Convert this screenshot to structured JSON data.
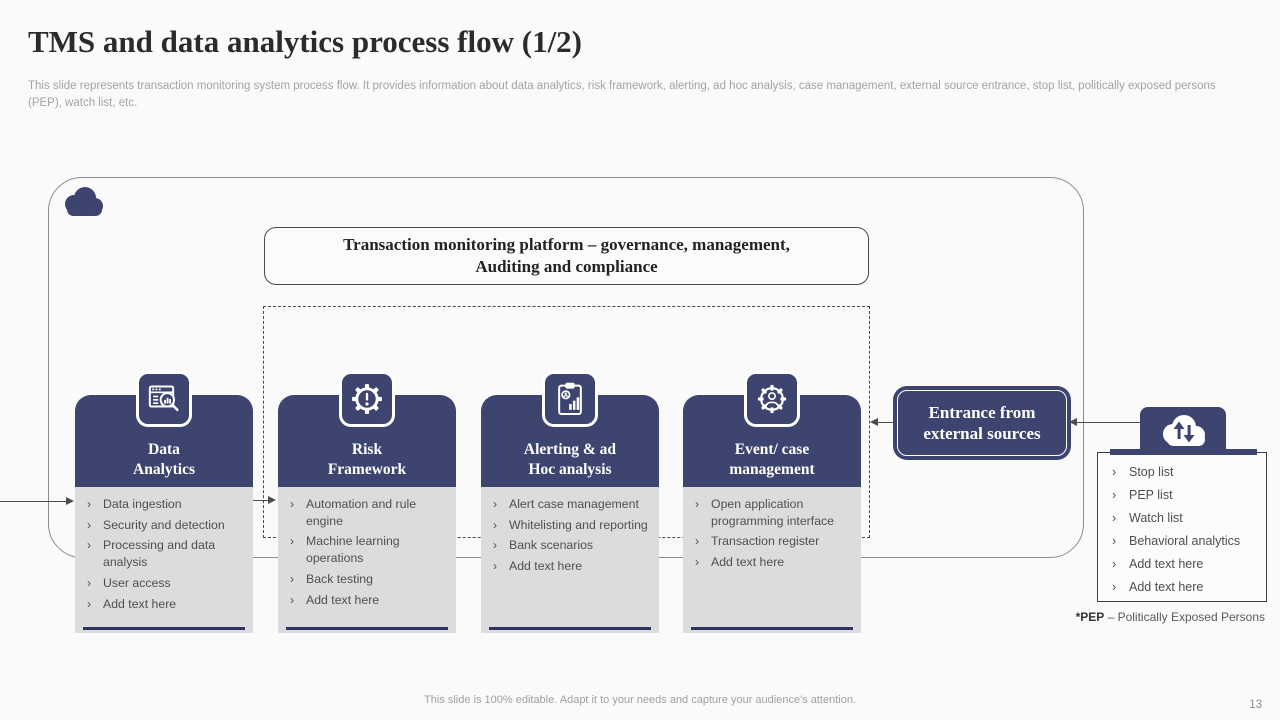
{
  "slide": {
    "title": "TMS and data analytics process flow (1/2)",
    "subtitle": "This slide represents transaction monitoring system process flow. It provides information about data analytics, risk framework, alerting, ad hoc analysis, case management, external source entrance, stop list, politically exposed persons (PEP), watch list, etc.",
    "footer_note": "This slide is 100% editable. Adapt it to your needs and capture your audience's attention.",
    "page_number": "13"
  },
  "diagram": {
    "bullet_glyph": "›",
    "platform_box": {
      "line1": "Transaction monitoring platform – governance, management,",
      "line2": "Auditing and compliance"
    },
    "cards": [
      {
        "icon": "analytics-magnifier-icon",
        "title_line1": "Data",
        "title_line2": "Analytics",
        "items": [
          "Data ingestion",
          "Security and detection",
          "Processing and data analysis",
          "User access",
          "Add text here"
        ]
      },
      {
        "icon": "gear-alert-icon",
        "title_line1": "Risk",
        "title_line2": "Framework",
        "items": [
          "Automation and rule engine",
          "Machine learning operations",
          "Back testing",
          "Add text here"
        ]
      },
      {
        "icon": "clipboard-analytics-icon",
        "title_line1": "Alerting & ad",
        "title_line2": "Hoc analysis",
        "items": [
          "Alert case management",
          "Whitelisting and reporting",
          "Bank scenarios",
          "Add text here"
        ]
      },
      {
        "icon": "gear-user-icon",
        "title_line1": "Event/ case",
        "title_line2": "management",
        "items": [
          "Open application programming interface",
          "Transaction register",
          "Add text here"
        ]
      }
    ],
    "entrance_box": {
      "line1": "Entrance from",
      "line2": "external sources"
    },
    "external_sources": {
      "items": [
        "Stop list",
        "PEP list",
        "Watch list",
        "Behavioral analytics",
        "Add text here",
        "Add text here"
      ]
    },
    "pep_note": {
      "abbr": "*PEP",
      "text": " – Politically Exposed Persons"
    }
  },
  "colors": {
    "navy": "#3e4470",
    "navy_dark": "#2e3460",
    "card_body_gray": "#dcdcdc",
    "list_text": "#4f4f4f",
    "muted_gray": "#a3a3a3",
    "white": "#ffffff"
  }
}
